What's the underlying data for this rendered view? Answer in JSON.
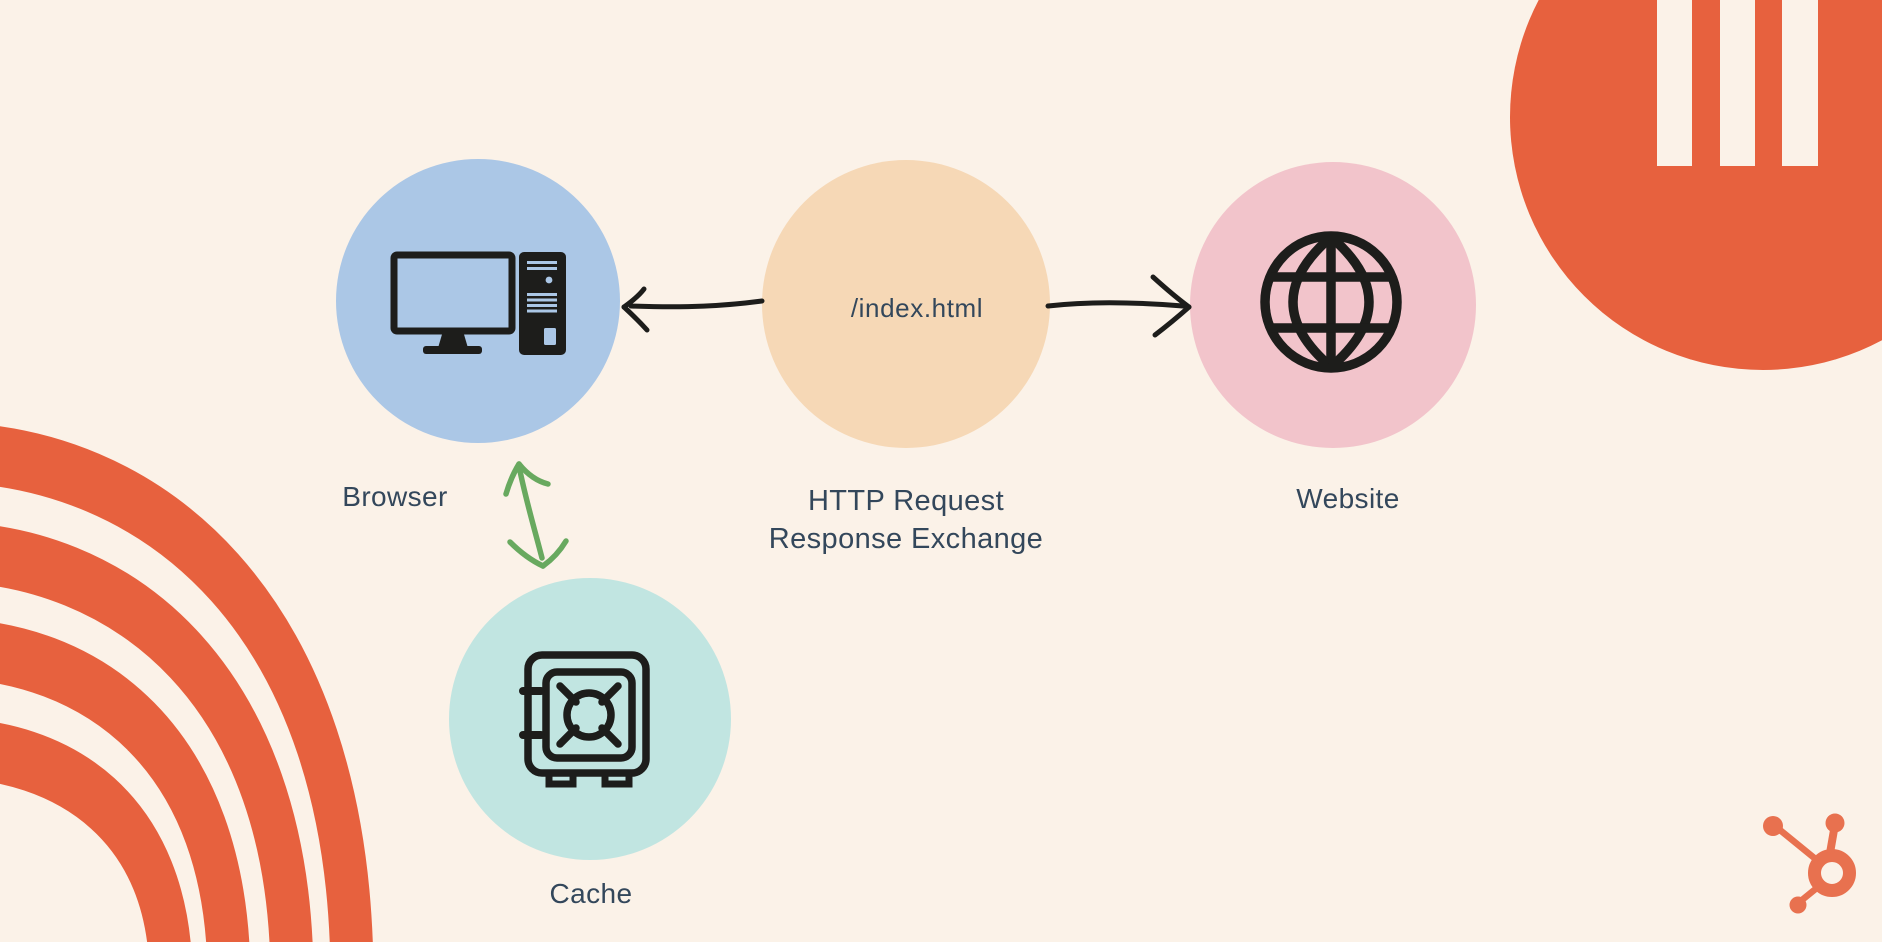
{
  "canvas": {
    "background": "#FBF2E8"
  },
  "palette": {
    "decoration_orange": "#E7613E",
    "logo_orange": "#E8714F",
    "slate_text": "#33475B",
    "icon_ink": "#1D1D1B",
    "arrow_black": "#1D1D1B",
    "arrow_green": "#68A95F"
  },
  "nodes": {
    "browser": {
      "label": "Browser",
      "icon": "desktop-computer-icon",
      "color": "#ABC7E6"
    },
    "request": {
      "label_line1": "HTTP Request",
      "label_line2": "Response Exchange",
      "circle_text": "/index.html",
      "color": "#F6D8B6"
    },
    "website": {
      "label": "Website",
      "icon": "globe-icon",
      "color": "#F2C4CB"
    },
    "cache": {
      "label": "Cache",
      "icon": "safe-icon",
      "color": "#C1E5E1"
    }
  },
  "connections": [
    {
      "from": "request",
      "to": "browser",
      "style": "black-hand-drawn-arrow"
    },
    {
      "from": "request",
      "to": "website",
      "style": "black-hand-drawn-arrow"
    },
    {
      "from": "browser",
      "to": "cache",
      "style": "green-double-headed-arrow"
    }
  ],
  "decorations": {
    "rainbow_arch": {
      "position": "bottom-left",
      "color": "#E7613E",
      "bands": 4
    },
    "striped_circle": {
      "position": "top-right",
      "color": "#E7613E",
      "stripes": 3
    },
    "hubspot_logo": {
      "position": "bottom-right",
      "color": "#E8714F"
    }
  }
}
